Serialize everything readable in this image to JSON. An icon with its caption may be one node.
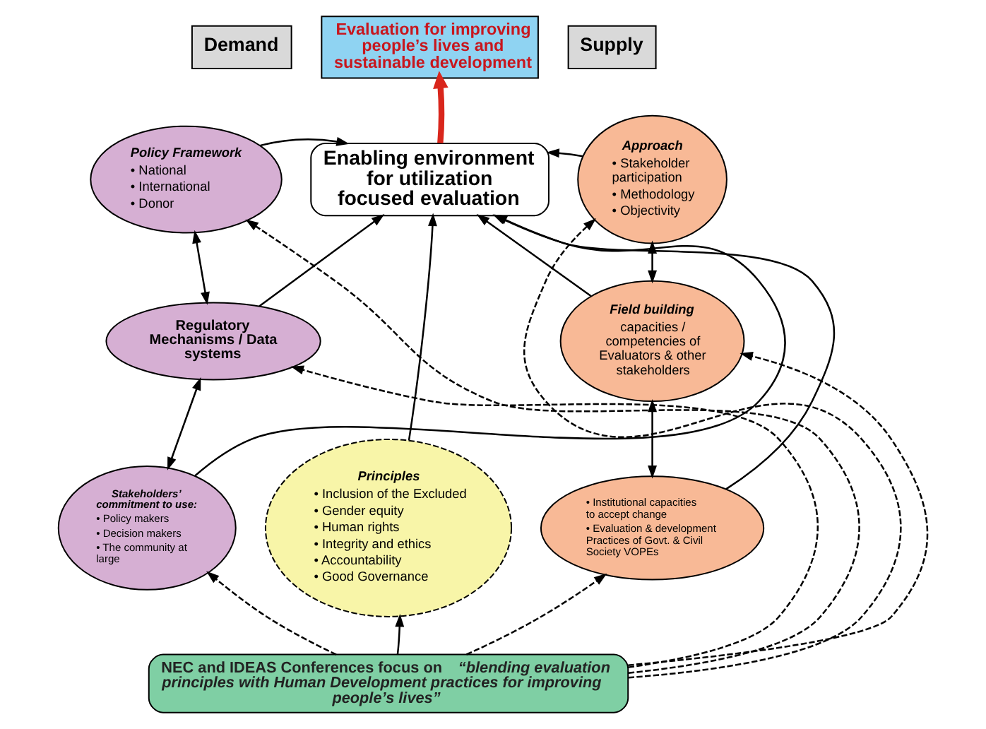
{
  "diagram": {
    "nodes": [
      {
        "text": [
          "Demand"
        ]
      },
      {
        "text": [
          "Supply"
        ]
      },
      {
        "text": [
          "Evaluation for improving people’s lives and sustainable development"
        ]
      },
      {
        "text": [
          "Enabling environment for utilization focused evaluation"
        ]
      },
      {
        "text": [
          "Policy Framework",
          "• National",
          "• International",
          "• Donor"
        ]
      },
      {
        "text": [
          "Regulatory Mechanisms / Data systems"
        ]
      },
      {
        "text": [
          "Stakeholders’ commitment to use:",
          "• Policy makers",
          "• Decision makers",
          "• The community at large"
        ]
      },
      {
        "text": [
          "Approach",
          "• Stakeholder participation",
          "• Methodology",
          "• Objectivity"
        ]
      },
      {
        "text": [
          "Field building",
          "capacities / competencies of Evaluators & other stakeholders"
        ]
      },
      {
        "text": [
          "• Institutional capacities to accept change",
          "• Evaluation & development Practices of Govt. & Civil Society VOPEs"
        ]
      },
      {
        "text": [
          "Principles",
          "• Inclusion of the Excluded",
          "• Gender equity",
          "• Human rights",
          "• Integrity and ethics",
          "• Accountability",
          "• Good Governance"
        ]
      },
      {
        "text": [
          "NEC and IDEAS Conferences focus on *“blending evaluation principles with Human Development practices for improving people’s lives”*"
        ]
      }
    ],
    "edges": [
      {
        "from": 3,
        "to": 2,
        "arrow": "to",
        "style": "thick",
        "color": "#d9261c"
      },
      {
        "from": 4,
        "to": 3,
        "arrow": "to"
      },
      {
        "from": 5,
        "to": 3,
        "arrow": "to"
      },
      {
        "from": 6,
        "to": 3,
        "arrow": "to"
      },
      {
        "from": 7,
        "to": 3,
        "arrow": "to"
      },
      {
        "from": 8,
        "to": 3,
        "arrow": "to"
      },
      {
        "from": 9,
        "to": 3,
        "arrow": "to"
      },
      {
        "from": 4,
        "to": 5,
        "arrow": "both"
      },
      {
        "from": 5,
        "to": 6,
        "arrow": "both"
      },
      {
        "from": 7,
        "to": 8,
        "arrow": "both"
      },
      {
        "from": 8,
        "to": 9,
        "arrow": "both"
      },
      {
        "from": 10,
        "to": 3,
        "arrow": "to"
      },
      {
        "from": 11,
        "to": 10,
        "arrow": "to"
      },
      {
        "from": 11,
        "to": 4,
        "arrow": "to",
        "style": "dashed"
      },
      {
        "from": 11,
        "to": 5,
        "arrow": "to",
        "style": "dashed"
      },
      {
        "from": 11,
        "to": 6,
        "arrow": "to",
        "style": "dashed"
      },
      {
        "from": 11,
        "to": 7,
        "arrow": "to",
        "style": "dashed"
      },
      {
        "from": 11,
        "to": 8,
        "arrow": "to",
        "style": "dashed"
      },
      {
        "from": 11,
        "to": 9,
        "arrow": "to",
        "style": "dashed"
      }
    ]
  }
}
